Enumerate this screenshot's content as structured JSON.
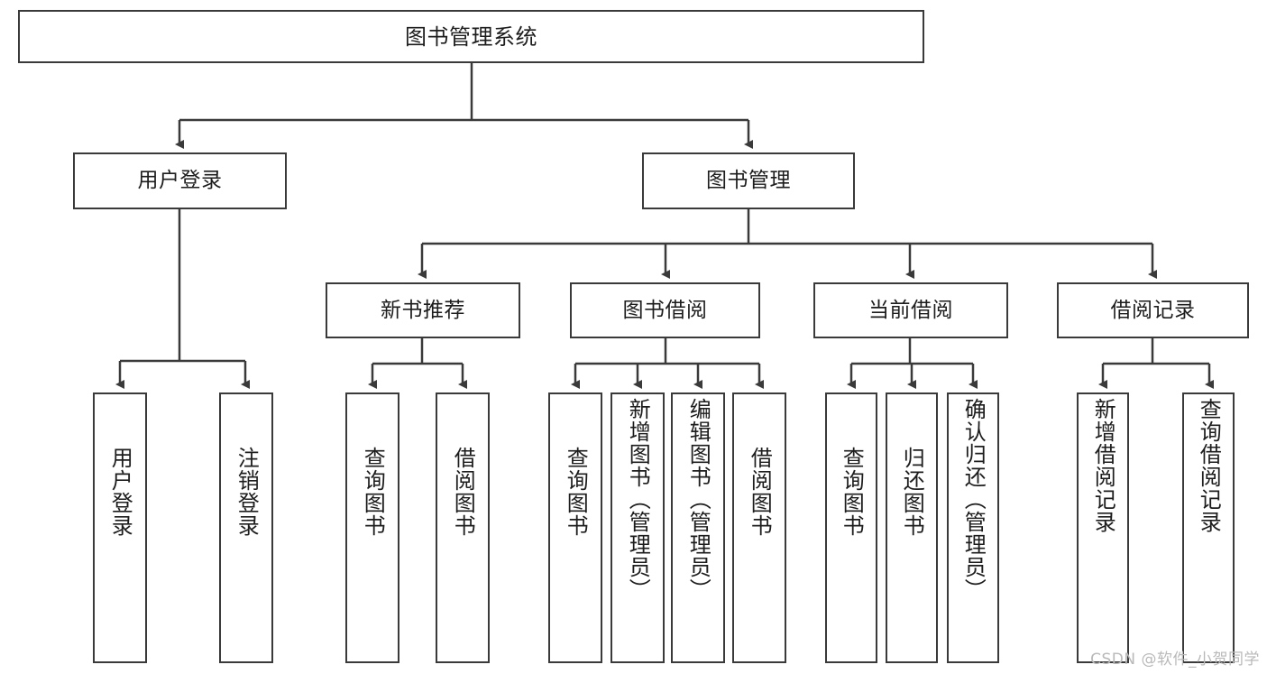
{
  "diagram": {
    "title": "图书管理系统",
    "type": "hierarchy-tree",
    "stroke_color": "#3a3a3a",
    "background_color": "#ffffff",
    "text_color": "#1d1d1d",
    "nodes": {
      "root": {
        "label": "图书管理系统"
      },
      "level2": [
        {
          "id": "user-login",
          "label": "用户登录"
        },
        {
          "id": "book-manage",
          "label": "图书管理"
        }
      ],
      "level3": [
        {
          "id": "new-book-recommend",
          "label": "新书推荐"
        },
        {
          "id": "book-borrow",
          "label": "图书借阅"
        },
        {
          "id": "current-borrow",
          "label": "当前借阅"
        },
        {
          "id": "borrow-record",
          "label": "借阅记录"
        }
      ],
      "leaves": {
        "user_login": [
          {
            "id": "leaf-user-login",
            "label": "用户登录"
          },
          {
            "id": "leaf-logout",
            "label": "注销登录"
          }
        ],
        "new_book_recommend": [
          {
            "id": "leaf-query-book-1",
            "label": "查询图书"
          },
          {
            "id": "leaf-borrow-book-1",
            "label": "借阅图书"
          }
        ],
        "book_borrow": [
          {
            "id": "leaf-query-book-2",
            "label": "查询图书"
          },
          {
            "id": "leaf-add-book",
            "label": "新增图书（管理员）"
          },
          {
            "id": "leaf-edit-book",
            "label": "编辑图书（管理员）"
          },
          {
            "id": "leaf-borrow-book-2",
            "label": "借阅图书"
          }
        ],
        "current_borrow": [
          {
            "id": "leaf-query-book-3",
            "label": "查询图书"
          },
          {
            "id": "leaf-return-book",
            "label": "归还图书"
          },
          {
            "id": "leaf-confirm-return",
            "label": "确认归还（管理员）"
          }
        ],
        "borrow_record": [
          {
            "id": "leaf-add-record",
            "label": "新增借阅记录"
          },
          {
            "id": "leaf-query-record",
            "label": "查询借阅记录"
          }
        ]
      }
    }
  },
  "watermark": {
    "text": "CSDN @软件_小贺同学"
  }
}
